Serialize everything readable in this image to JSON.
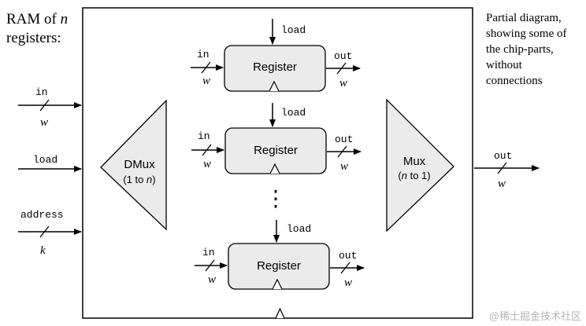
{
  "title": {
    "line1_prefix": "RAM of ",
    "line1_var": "n",
    "line2": "registers:"
  },
  "note": {
    "lines": [
      "Partial diagram,",
      "showing some of",
      "the chip-parts,",
      "without",
      "connections"
    ]
  },
  "inputs": {
    "in_label": "in",
    "in_width": "w",
    "load_label": "load",
    "address_label": "address",
    "address_width": "k"
  },
  "dmux": {
    "name": "DMux",
    "sub_prefix": "(1 to ",
    "sub_var": "n",
    "sub_suffix": ")"
  },
  "mux": {
    "name": "Mux",
    "sub_prefix": "(",
    "sub_var": "n",
    "sub_suffix": " to 1)"
  },
  "register": {
    "name": "Register",
    "in_label": "in",
    "out_label": "out",
    "load_label": "load",
    "width": "w"
  },
  "ellipsis": "⋮",
  "output": {
    "out_label": "out",
    "out_width": "w"
  },
  "watermark": "@稀土掘金技术社区"
}
